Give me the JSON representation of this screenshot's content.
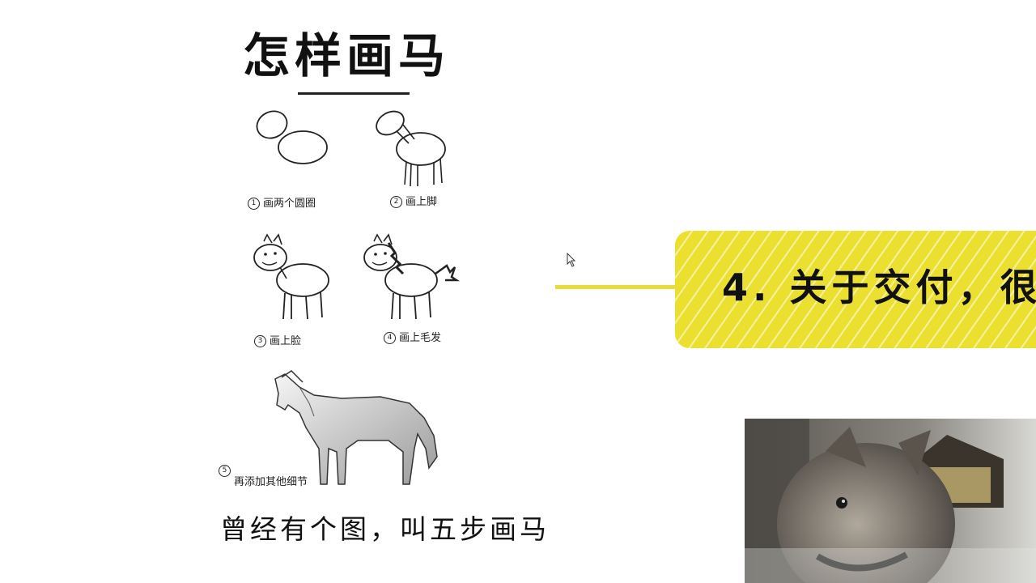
{
  "illustration": {
    "title": "怎样画马",
    "steps": [
      {
        "num": "1",
        "label": "画两个圆圈"
      },
      {
        "num": "2",
        "label": "画上脚"
      },
      {
        "num": "3",
        "label": "画上脸"
      },
      {
        "num": "4",
        "label": "画上毛发"
      },
      {
        "num": "5",
        "label": "再添加其他细节"
      }
    ]
  },
  "caption": "曾经有个图，叫五步画马",
  "banner": {
    "text": "4. 关于交付，很"
  },
  "colors": {
    "banner_yellow": "#ebe02f",
    "text_dark": "#111111"
  }
}
